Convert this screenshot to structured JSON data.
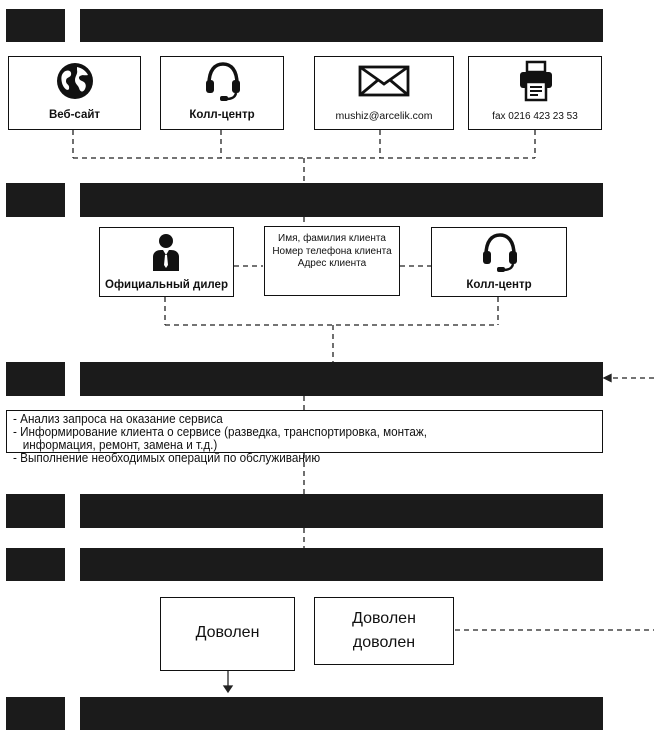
{
  "contacts": {
    "website": "Веб-сайт",
    "callcenter": "Колл-центр",
    "email": "mushiz@arcelik.com",
    "fax": "fax 0216 423 23 53"
  },
  "routing": {
    "dealer": "Официальный дилер",
    "info_lines": [
      "Имя, фамилия клиента",
      "Номер телефона клиента",
      "Адрес клиента"
    ],
    "callcenter": "Колл-центр"
  },
  "service_steps": [
    "- Анализ запроса на оказание сервиса",
    "- Информирование клиента о сервисе (разведка, транспортировка, монтаж,",
    "   информация, ремонт, замена и т.д.)",
    "- Выполнение необходимых операций по обслуживанию"
  ],
  "outcomes": {
    "satisfied": "Доволен",
    "not_satisfied_line1": "Доволен",
    "not_satisfied_line2": "доволен"
  }
}
